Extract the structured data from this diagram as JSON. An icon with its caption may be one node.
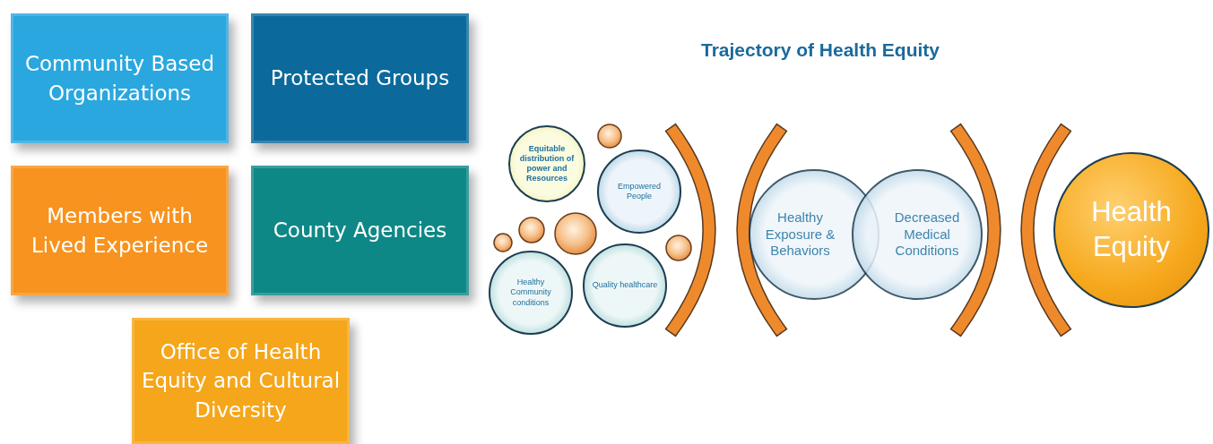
{
  "diagram": {
    "title": "Trajectory of Health Equity",
    "nodes": [
      {
        "text": [
          "Community Based Organizations"
        ]
      },
      {
        "text": [
          "Protected Groups"
        ]
      },
      {
        "text": [
          "Members with Lived Experience"
        ]
      },
      {
        "text": [
          "County Agencies"
        ]
      },
      {
        "text": [
          "Office of Health Equity and Cultural Diversity"
        ]
      },
      {
        "text": [
          "Equitable distribution of power and Resources"
        ]
      },
      {
        "text": [
          "Empowered People"
        ]
      },
      {
        "text": [
          "Healthy Community conditions"
        ]
      },
      {
        "text": [
          "Quality healthcare"
        ]
      },
      {
        "text": [
          "Healthy Exposure & Behaviors"
        ]
      },
      {
        "text": [
          "Decreased Medical Conditions"
        ]
      },
      {
        "text": [
          "Health Equity"
        ]
      }
    ]
  }
}
